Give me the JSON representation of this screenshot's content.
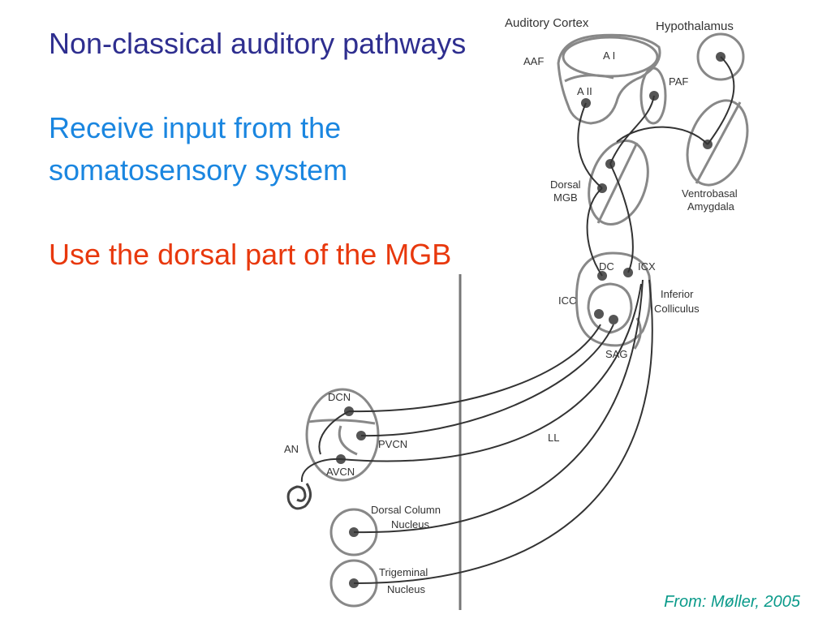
{
  "slide": {
    "title": "Non-classical auditory pathways",
    "point_somatosensory": "Receive input from the somatosensory system",
    "point_mgb": "Use the dorsal part of the MGB",
    "citation": "From: Møller, 2005"
  },
  "diagram": {
    "auditory_cortex": "Auditory Cortex",
    "hypothalamus": "Hypothalamus",
    "a1": "A I",
    "a2": "A II",
    "aaf": "AAF",
    "paf": "PAF",
    "dorsal_mgb_line1": "Dorsal",
    "dorsal_mgb_line2": "MGB",
    "ventrobasal_line1": "Ventrobasal",
    "ventrobasal_line2": "Amygdala",
    "dc": "DC",
    "icx": "ICX",
    "icc": "ICC",
    "inferior_colliculus_line1": "Inferior",
    "inferior_colliculus_line2": "Colliculus",
    "sag": "SAG",
    "dcn": "DCN",
    "pvcn": "PVCN",
    "avcn": "AVCN",
    "an": "AN",
    "ll": "LL",
    "dorsal_column_line1": "Dorsal Column",
    "dorsal_column_line2": "Nucleus",
    "trigeminal_line1": "Trigeminal",
    "trigeminal_line2": "Nucleus"
  }
}
